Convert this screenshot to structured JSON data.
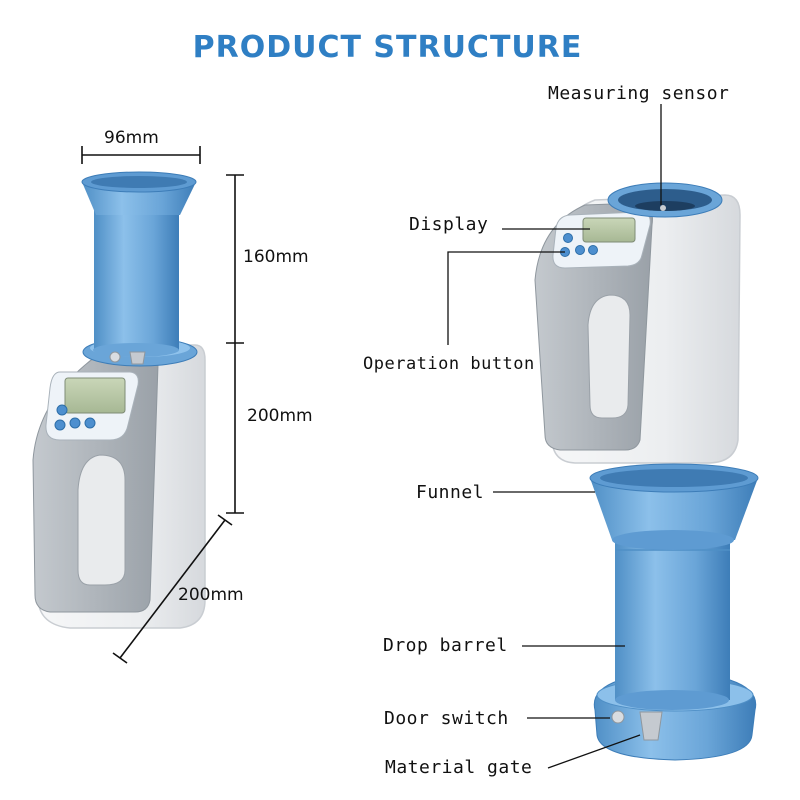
{
  "title": "PRODUCT STRUCTURE",
  "dimensions": {
    "width": "96mm",
    "funnel_height": "160mm",
    "body_height": "200mm",
    "depth": "200mm"
  },
  "callouts": {
    "measuring_sensor": "Measuring sensor",
    "display": "Display",
    "operation_button": "Operation button",
    "funnel": "Funnel",
    "drop_barrel": "Drop barrel",
    "door_switch": "Door switch",
    "material_gate": "Material gate"
  },
  "colors": {
    "title": "#2f7fc4",
    "body_white": "#eef0f2",
    "body_grey": "#aeb5bd",
    "barrel_blue": "#6fa9d9",
    "screen": "#b9c8a8"
  },
  "icons": [
    "up-arrow-button-icon",
    "down-arrow-button-icon",
    "menu-button-icon",
    "ok-button-icon"
  ]
}
